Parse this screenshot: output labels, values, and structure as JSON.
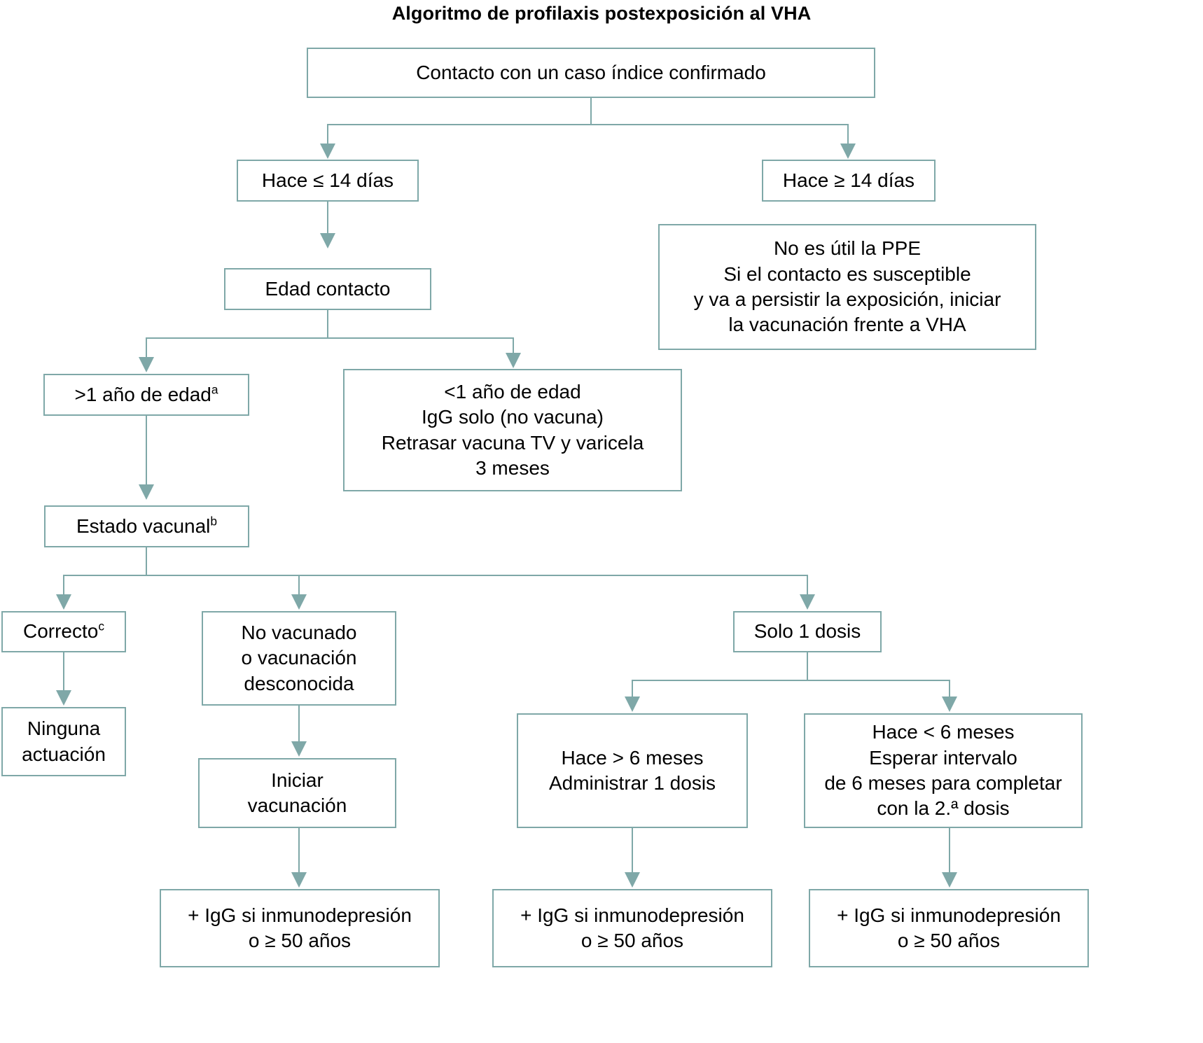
{
  "title": "Algoritmo de profilaxis postexposición al VHA",
  "colors": {
    "stroke": "#7fa8a8",
    "text": "#000000",
    "background": "#ffffff"
  },
  "diagram": {
    "type": "flowchart",
    "nodes": [
      {
        "id": "root",
        "label": "Contacto con un caso índice confirmado"
      },
      {
        "id": "le14",
        "label": "Hace ≤ 14 días"
      },
      {
        "id": "ge14",
        "label": "Hace ≥ 14 días"
      },
      {
        "id": "noppe_l1",
        "label": "No es útil la PPE"
      },
      {
        "id": "noppe_l2",
        "label": "Si el contacto es susceptible"
      },
      {
        "id": "noppe_l3",
        "label": "y va a persistir la exposición, iniciar"
      },
      {
        "id": "noppe_l4",
        "label": "la vacunación frente a VHA"
      },
      {
        "id": "edad",
        "label": "Edad contacto"
      },
      {
        "id": "gt1",
        "label": ">1 año de edad",
        "sup": "a"
      },
      {
        "id": "lt1_l1",
        "label": "<1 año de edad"
      },
      {
        "id": "lt1_l2",
        "label": "IgG solo (no vacuna)"
      },
      {
        "id": "lt1_l3",
        "label": "Retrasar vacuna TV y varicela"
      },
      {
        "id": "lt1_l4",
        "label": "3 meses"
      },
      {
        "id": "estado",
        "label": "Estado vacunal",
        "sup": "b"
      },
      {
        "id": "correcto",
        "label": "Correcto",
        "sup": "c"
      },
      {
        "id": "ninguna_l1",
        "label": "Ninguna"
      },
      {
        "id": "ninguna_l2",
        "label": "actuación"
      },
      {
        "id": "novac_l1",
        "label": "No vacunado"
      },
      {
        "id": "novac_l2",
        "label": "o vacunación"
      },
      {
        "id": "novac_l3",
        "label": "desconocida"
      },
      {
        "id": "iniciar_l1",
        "label": "Iniciar"
      },
      {
        "id": "iniciar_l2",
        "label": "vacunación"
      },
      {
        "id": "solo1",
        "label": "Solo 1 dosis"
      },
      {
        "id": "gt6_l1",
        "label": "Hace > 6 meses"
      },
      {
        "id": "gt6_l2",
        "label": "Administrar 1 dosis"
      },
      {
        "id": "lt6_l1",
        "label": "Hace < 6 meses"
      },
      {
        "id": "lt6_l2",
        "label": "Esperar intervalo"
      },
      {
        "id": "lt6_l3",
        "label": "de 6 meses para completar"
      },
      {
        "id": "lt6_l4",
        "label": "con la 2.ª dosis"
      },
      {
        "id": "igg1_l1",
        "label": "+ IgG si inmunodepresión"
      },
      {
        "id": "igg1_l2",
        "label": "o ≥ 50 años"
      },
      {
        "id": "igg2_l1",
        "label": "+ IgG si inmunodepresión"
      },
      {
        "id": "igg2_l2",
        "label": "o ≥ 50 años"
      },
      {
        "id": "igg3_l1",
        "label": "+ IgG si inmunodepresión"
      },
      {
        "id": "igg3_l2",
        "label": "o ≥ 50 años"
      }
    ],
    "footnote_markers": [
      "a",
      "b",
      "c"
    ]
  }
}
